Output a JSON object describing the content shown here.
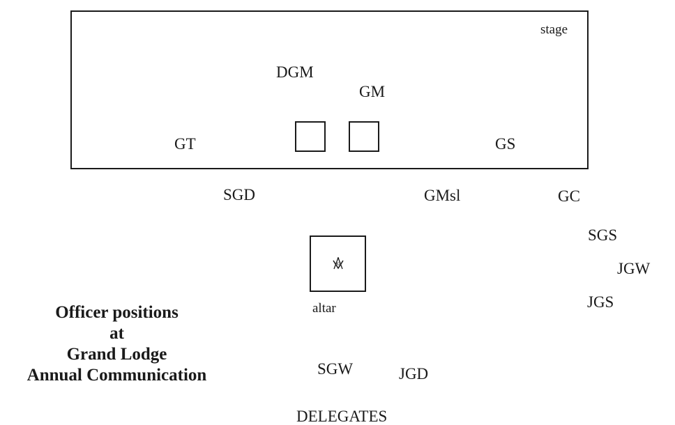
{
  "stage": {
    "label": "stage"
  },
  "positions": {
    "dgm": "DGM",
    "gm": "GM",
    "gt": "GT",
    "gs": "GS",
    "sgd": "SGD",
    "gmsl": "GMsl",
    "gc": "GC",
    "sgs": "SGS",
    "jgw": "JGW",
    "jgs": "JGS",
    "sgw": "SGW",
    "jgd": "JGD",
    "delegates": "DELEGATES"
  },
  "altar": {
    "label": "altar",
    "icon": "square-and-compass-icon"
  },
  "title": {
    "line1": "Officer positions",
    "line2": "at",
    "line3": "Grand Lodge",
    "line4": "Annual Communication"
  }
}
